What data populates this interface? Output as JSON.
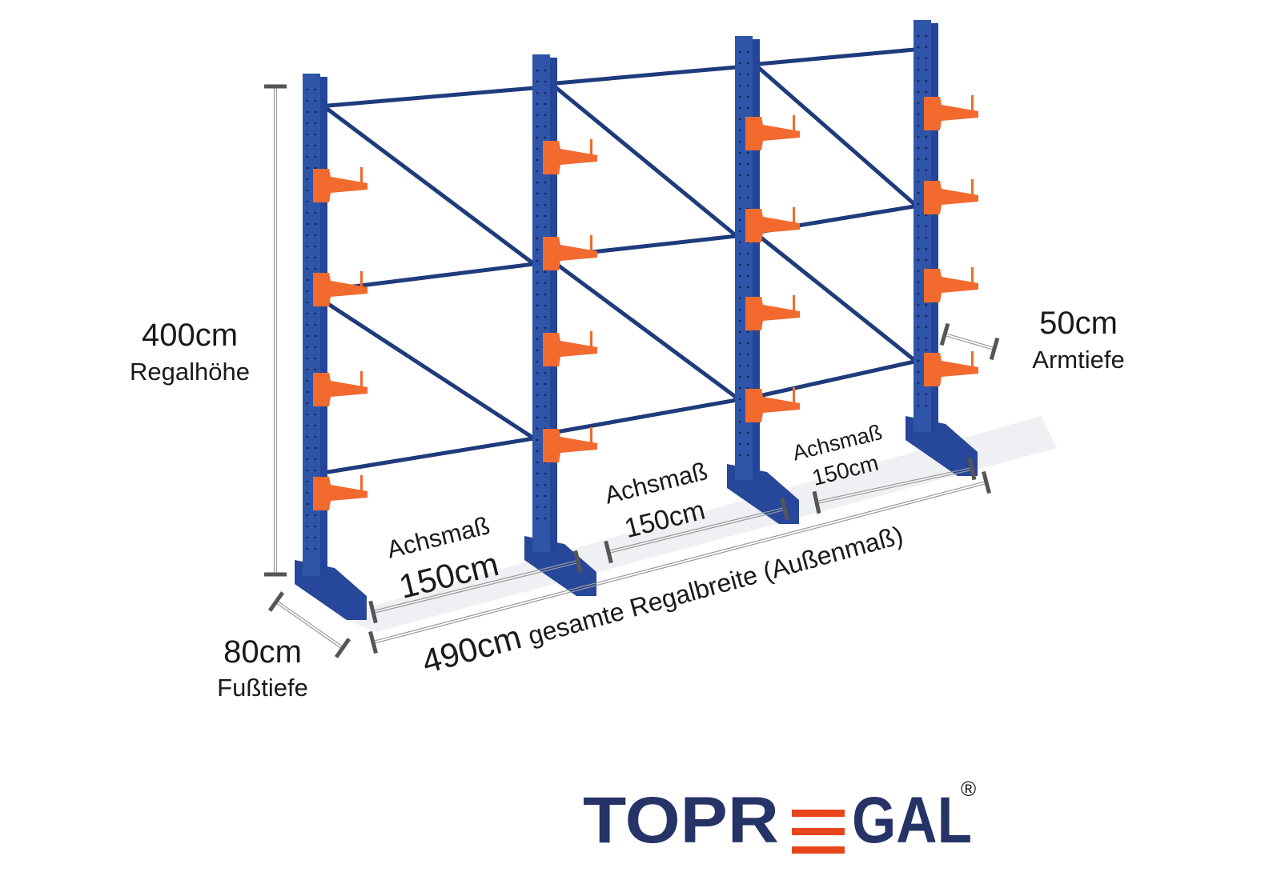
{
  "dimensions": {
    "height": {
      "value": "400cm",
      "label": "Regalhöhe"
    },
    "arm_depth": {
      "value": "50cm",
      "label": "Armtiefe"
    },
    "foot_depth": {
      "value": "80cm",
      "label": "Fußtiefe"
    },
    "bays": [
      {
        "label": "Achsmaß",
        "value": "150cm"
      },
      {
        "label": "Achsmaß",
        "value": "150cm"
      },
      {
        "label": "Achsmaß",
        "value": "150cm"
      }
    ],
    "total_width": {
      "value": "490cm",
      "label": "gesamte Regalbreite (Außenmaß)"
    }
  },
  "logo": {
    "text": "TOPREGAL",
    "left": "TOPR",
    "right": "GAL",
    "registered": "®"
  },
  "colors": {
    "column": "#2f55a8",
    "brace": "#1f3b7c",
    "arm": "#f26a2e",
    "logo_navy": "#253366",
    "logo_red": "#e8451c",
    "dimension": "#555555"
  }
}
